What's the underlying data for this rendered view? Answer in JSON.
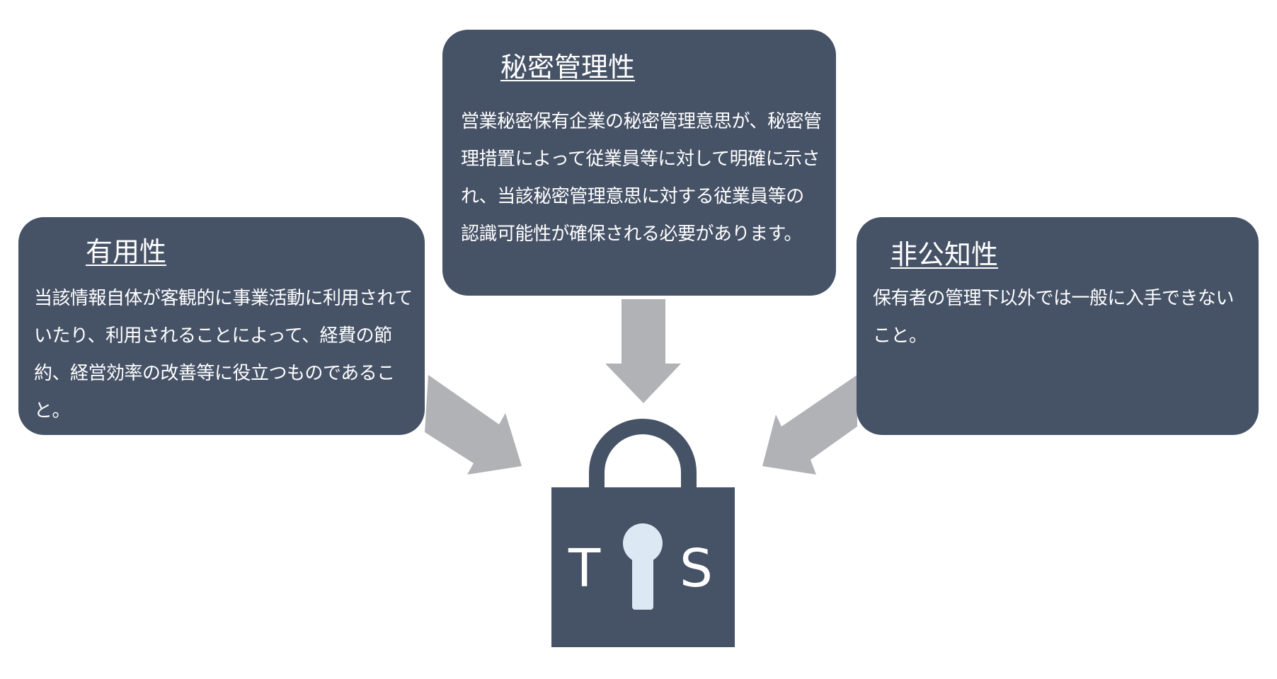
{
  "colors": {
    "card": "#465266",
    "arrow": "#b0b2b6",
    "lock": "#465266",
    "keyhole": "#dce8f3",
    "text": "#ffffff"
  },
  "cards": {
    "center": {
      "title": "秘密管理性",
      "text": "営業秘密保有企業の秘密管理意思が、秘密管理措置によって従業員等に対して明確に示され、当該秘密管理意思に対する従業員等の認識可能性が確保される必要があります。"
    },
    "left": {
      "title": "有用性",
      "text": "当該情報自体が客観的に事業活動に利用されていたり、利用されることによって、経費の節約、経営効率の改善等に役立つものであること。"
    },
    "right": {
      "title": "非公知性",
      "text": "保有者の管理下以外では一般に入手できないこと。"
    }
  },
  "lock": {
    "left_letter": "T",
    "right_letter": "S",
    "icon": "padlock-icon"
  }
}
